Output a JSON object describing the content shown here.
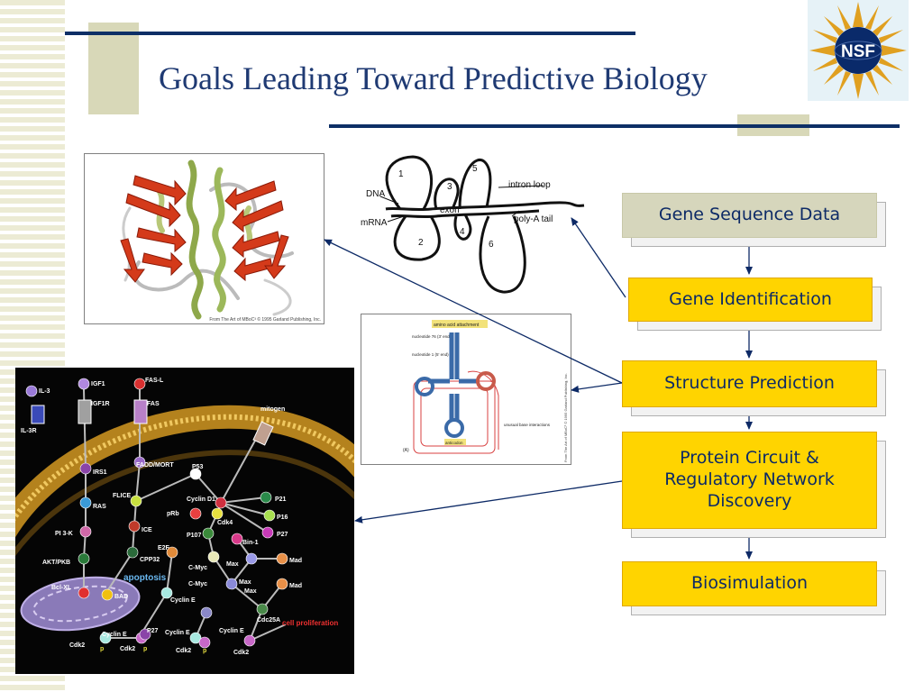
{
  "slide": {
    "title": "Goals Leading Toward Predictive Biology"
  },
  "logo": {
    "text": "NSF",
    "colors": {
      "bg": "#e6f2f7",
      "gold": "#e0a020",
      "blue": "#0a2a6a"
    }
  },
  "flow_steps": [
    {
      "label": "Gene Sequence Data",
      "style": "gray"
    },
    {
      "label": "Gene Identification",
      "style": "yellow"
    },
    {
      "label": "Structure Prediction",
      "style": "yellow"
    },
    {
      "label": "Protein Circuit & Regulatory Network Discovery",
      "style": "yellow"
    },
    {
      "label": "Biosimulation",
      "style": "yellow"
    }
  ],
  "protein_figure": {
    "caption": "From The Art of MBoC³ © 1995 Garland Publishing, Inc."
  },
  "rna_figure": {
    "labels": {
      "dna": "DNA",
      "mrna": "mRNA",
      "exon": "exon",
      "intron": "intron loop",
      "polya": "poly-A tail"
    },
    "numbers": [
      "1",
      "2",
      "3",
      "4",
      "5",
      "6"
    ]
  },
  "trna_figure": {
    "labels": {
      "attach": "amino acid attachment",
      "n76": "nucleotide 76 (3' end)",
      "n1": "nucleotide 1 (5' end)",
      "unusual": "unusual base interactions",
      "anticodon": "anticodon",
      "panel": "(A)",
      "credit": "From The Art of MBoC³ © 1995 Garland Publishing, Inc."
    }
  },
  "pathway": {
    "nodes": [
      "IL-3",
      "IL-3R",
      "IGF1",
      "IGF1R",
      "FAS-L",
      "FAS",
      "mitogen",
      "IRS1",
      "RAS",
      "PI 3-K",
      "AKT/PKB",
      "FADD/MORT",
      "P53",
      "FLICE",
      "Cyclin D1",
      "P21",
      "P16",
      "P27",
      "pRb",
      "Cdk4",
      "ICE",
      "P107",
      "Bin-1",
      "CPP32",
      "E2F",
      "C-Myc",
      "Max",
      "Mad",
      "apoptosis",
      "Bcl-XL",
      "BAD",
      "Cyclin E",
      "Cdc25A",
      "cell proliferation",
      "Cdk2",
      "p"
    ]
  }
}
